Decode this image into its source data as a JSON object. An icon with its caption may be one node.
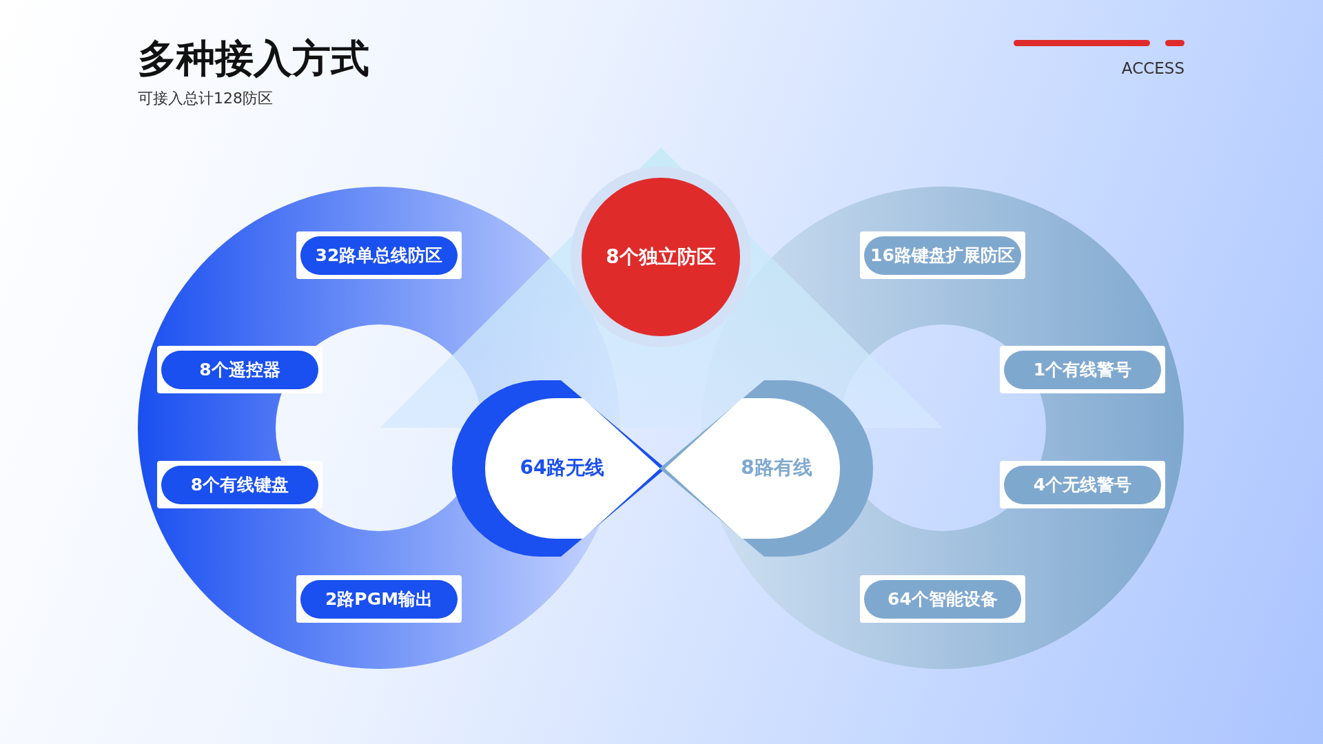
{
  "diagram": {
    "title": "多种接入方式",
    "nodes": [
      {
        "text": [
          "8个独立防区"
        ]
      },
      {
        "text": [
          "64路无线"
        ]
      },
      {
        "text": [
          "8路有线"
        ]
      },
      {
        "text": [
          "32路单总线防区"
        ]
      },
      {
        "text": [
          "8个遥控器"
        ]
      },
      {
        "text": [
          "8个有线键盘"
        ]
      },
      {
        "text": [
          "2路PGM输出"
        ]
      },
      {
        "text": [
          "16路键盘扩展防区"
        ]
      },
      {
        "text": [
          "1个有线警号"
        ]
      },
      {
        "text": [
          "4个无线警号"
        ]
      },
      {
        "text": [
          "64个智能设备"
        ]
      }
    ],
    "labels": [
      "可接入总计128防区",
      "ACCESS"
    ]
  }
}
